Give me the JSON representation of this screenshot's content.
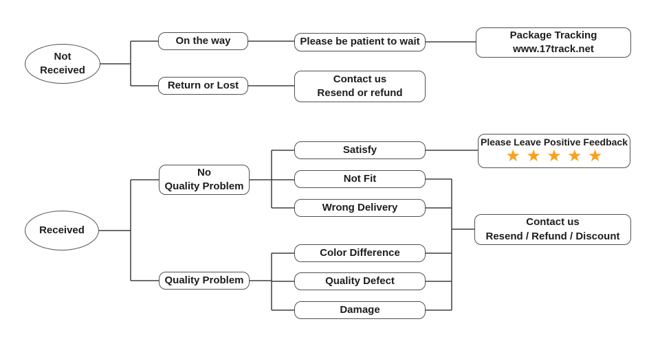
{
  "colors": {
    "background": "#ffffff",
    "node_border": "#4f4f4f",
    "connector_line": "#3d3d3d",
    "text": "#1c1c1c",
    "star": "#F9A11B"
  },
  "nodes": {
    "not_received": {
      "label": "Not\nReceived",
      "shape": "ellipse"
    },
    "on_the_way": {
      "label": "On the way",
      "shape": "rounded-rect"
    },
    "return_or_lost": {
      "label": "Return or Lost",
      "shape": "rounded-rect"
    },
    "be_patient": {
      "label": "Please be patient to wait",
      "shape": "rounded-rect"
    },
    "package_tracking": {
      "label": "Package Tracking\nwww.17track.net",
      "shape": "rounded-rect"
    },
    "contact_resend": {
      "label": "Contact us\nResend or refund",
      "shape": "rounded-rect"
    },
    "received": {
      "label": "Received",
      "shape": "ellipse"
    },
    "no_quality_problem": {
      "label": "No\nQuality Problem",
      "shape": "rounded-rect"
    },
    "quality_problem": {
      "label": "Quality Problem",
      "shape": "rounded-rect"
    },
    "satisfy": {
      "label": "Satisfy",
      "shape": "rounded-rect"
    },
    "not_fit": {
      "label": "Not Fit",
      "shape": "rounded-rect"
    },
    "wrong_delivery": {
      "label": "Wrong Delivery",
      "shape": "rounded-rect"
    },
    "color_difference": {
      "label": "Color Difference",
      "shape": "rounded-rect"
    },
    "quality_defect": {
      "label": "Quality Defect",
      "shape": "rounded-rect"
    },
    "damage": {
      "label": "Damage",
      "shape": "rounded-rect"
    },
    "positive_feedback": {
      "label": "Please Leave Positive Feedback",
      "shape": "rounded-rect",
      "star_icon": "star",
      "star_glyph": "★",
      "star_count": 5
    },
    "contact_discount": {
      "label": "Contact us\nResend / Refund / Discount",
      "shape": "rounded-rect"
    }
  },
  "edges": [
    "Not Received -> On the way",
    "Not Received -> Return or Lost",
    "On the way -> Please be patient to wait",
    "Please be patient to wait -> Package Tracking www.17track.net",
    "Return or Lost -> Contact us Resend or refund",
    "Received -> No Quality Problem",
    "Received -> Quality Problem",
    "No Quality Problem -> Satisfy",
    "No Quality Problem -> Not Fit",
    "No Quality Problem -> Wrong Delivery",
    "Quality Problem -> Color Difference",
    "Quality Problem -> Quality Defect",
    "Quality Problem -> Damage",
    "Satisfy -> Please Leave Positive Feedback",
    "Not Fit -> Contact us Resend / Refund / Discount",
    "Wrong Delivery -> Contact us Resend / Refund / Discount",
    "Color Difference -> Contact us Resend / Refund / Discount",
    "Quality Defect -> Contact us Resend / Refund / Discount",
    "Damage -> Contact us Resend / Refund / Discount"
  ]
}
